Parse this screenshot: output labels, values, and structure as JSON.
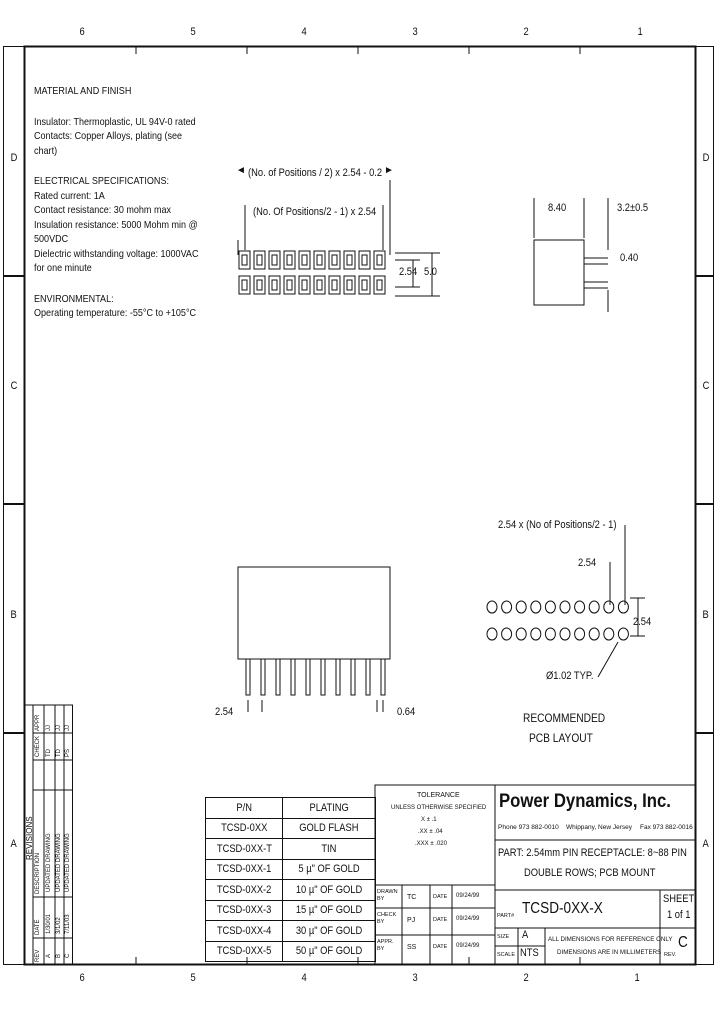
{
  "zones": {
    "columns_top": [
      "6",
      "5",
      "4",
      "3",
      "2",
      "1"
    ],
    "columns_bottom": [
      "6",
      "5",
      "4",
      "3",
      "2",
      "1"
    ],
    "rows_left": [
      "D",
      "C",
      "B",
      "A"
    ],
    "rows_right": [
      "D",
      "C",
      "B",
      "A"
    ]
  },
  "specs": {
    "material_title": "MATERIAL AND FINISH",
    "insulator": "Insulator: Thermoplastic, UL 94V-0 rated",
    "contacts_1": "Contacts: Copper Alloys, plating (see",
    "contacts_2": "chart)",
    "electrical_title": "ELECTRICAL SPECIFICATIONS:",
    "rated_current": "Rated current: 1A",
    "contact_resistance": "Contact resistance: 30 mohm max",
    "insulation_1": "Insulation resistance: 5000 Mohm min @",
    "insulation_2": "500VDC",
    "dielectric_1": "Dielectric withstanding voltage: 1000VAC",
    "dielectric_2": "for one minute",
    "environmental_title": "ENVIRONMENTAL:",
    "operating_temp": "Operating temperature: -55°C to +105°C"
  },
  "top_view": {
    "dim_overall": "(No. of Positions / 2) x 2.54 - 0.2",
    "dim_pitch": "(No. Of Positions/2 - 1) x 2.54",
    "dim_row": "2.54",
    "dim_height": "5.0"
  },
  "side_view": {
    "dim_body": "8.40",
    "dim_tail": "3.2±0.5",
    "dim_pin": "0.40"
  },
  "front_view": {
    "dim_pitch": "2.54",
    "dim_pin": "0.64"
  },
  "pcb_layout": {
    "dim_total": "2.54 x (No of Positions/2 - 1)",
    "dim_pitch": "2.54",
    "dim_row": "2.54",
    "dim_hole": "Ø1.02 TYP.",
    "title_1": "RECOMMENDED",
    "title_2": "PCB LAYOUT"
  },
  "plating_table": {
    "headers": [
      "P/N",
      "PLATING"
    ],
    "rows": [
      [
        "TCSD-0XX",
        "GOLD FLASH"
      ],
      [
        "TCSD-0XX-T",
        "TIN"
      ],
      [
        "TCSD-0XX-1",
        "5 µ\" OF GOLD"
      ],
      [
        "TCSD-0XX-2",
        "10 µ\" OF GOLD"
      ],
      [
        "TCSD-0XX-3",
        "15 µ\" OF GOLD"
      ],
      [
        "TCSD-0XX-4",
        "30 µ\" OF GOLD"
      ],
      [
        "TCSD-0XX-5",
        "50 µ\" OF GOLD"
      ]
    ]
  },
  "revisions": {
    "title": "REVISIONS",
    "headers": [
      "REV",
      "DATE",
      "DESCRIPTION",
      "CHECK",
      "APPR"
    ],
    "rows": [
      [
        "A",
        "1/30/01",
        "UPDATED DRAWING",
        "TD",
        "JJ"
      ],
      [
        "B",
        "3/1/02",
        "UPDATED DRAWING",
        "TD",
        "JJ"
      ],
      [
        "C",
        "7/11/03",
        "UPDATED DRAWING",
        "PS",
        "JJ"
      ]
    ]
  },
  "title_block": {
    "tolerance_title": "TOLERANCE",
    "tolerance_sub": "UNLESS OTHERWISE SPECIFIED",
    "tolerances": [
      "X  ±  .1",
      ".XX  ±  .04",
      ".XXX  ±  .020"
    ],
    "drawn_label": "DRAWN BY",
    "drawn_by": "TC",
    "check_label": "CHECK BY",
    "check_by": "PJ",
    "appr_label": "APPR. BY",
    "appr_by": "SS",
    "date_label": "DATE",
    "dates": [
      "09/24/99",
      "09/24/99",
      "09/24/99"
    ],
    "company": "Power Dynamics, Inc.",
    "phone": "Phone 973 882-0010",
    "location": "Whippany, New Jersey",
    "fax": "Fax 973 882-0016",
    "part_line_1": "PART: 2.54mm PIN RECEPTACLE: 8~88 PIN",
    "part_line_2": "DOUBLE ROWS; PCB MOUNT",
    "part_label": "PART#",
    "part_number": "TCSD-0XX-X",
    "sheet_label": "SHEET",
    "sheet_value": "1 of 1",
    "size_label": "SIZE",
    "size_value": "A",
    "scale_label": "SCALE",
    "scale_value": "NTS",
    "note_1": "ALL DIMENSIONS FOR REFERENCE ONLY",
    "note_2": "DIMENSIONS ARE IN MILLIMETERS",
    "rev_label": "REV.",
    "rev_value": "C"
  }
}
